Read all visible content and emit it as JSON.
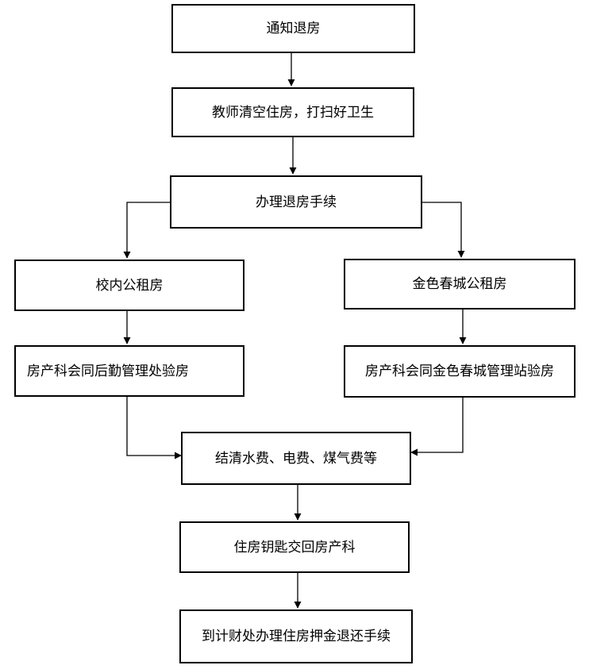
{
  "steps": {
    "notify": "通知退房",
    "clear": "教师清空住房，打扫好卫生",
    "procedure": "办理退房手续",
    "campus": "校内公租房",
    "jinse": "金色春城公租房",
    "campus_inspect": "房产科会同后勤管理处验房",
    "jinse_inspect": "房产科会同金色春城管理站验房",
    "settle": "结清水费、电费、煤气费等",
    "keys": "住房钥匙交回房产科",
    "deposit": "到计财处办理住房押金退还手续"
  },
  "colors": {
    "line": "#000000",
    "box_border": "#000000",
    "background": "#ffffff"
  }
}
